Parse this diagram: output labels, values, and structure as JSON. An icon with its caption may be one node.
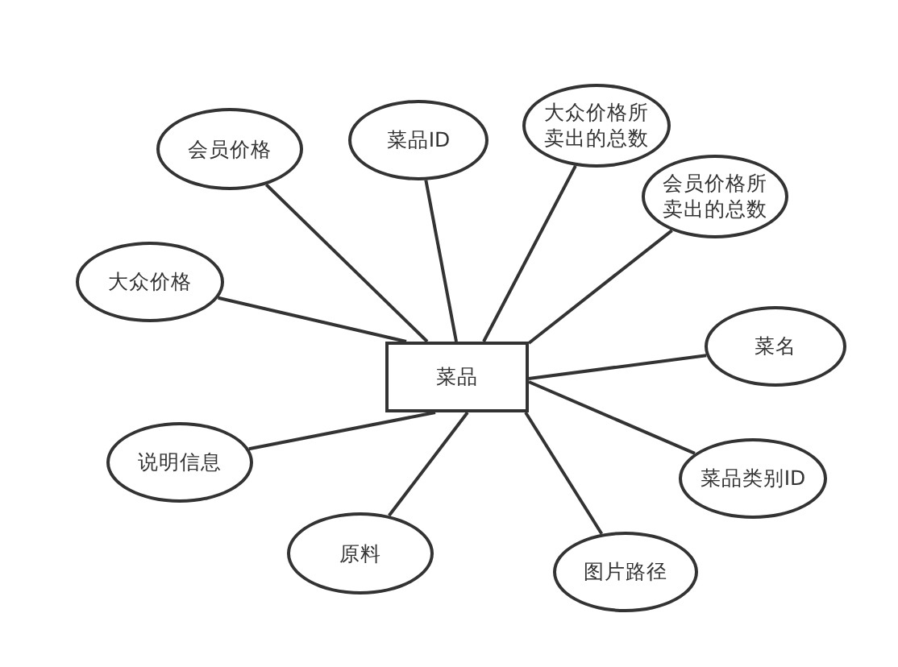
{
  "diagram": {
    "nodes": [
      {
        "text": [
          "菜品"
        ]
      },
      {
        "text": [
          "大众价格所卖出的总数"
        ]
      },
      {
        "text": [
          "菜品ID"
        ]
      },
      {
        "text": [
          "会员价格"
        ]
      },
      {
        "text": [
          "会员价格所卖出的总数"
        ]
      },
      {
        "text": [
          "大众价格"
        ]
      },
      {
        "text": [
          "菜名"
        ]
      },
      {
        "text": [
          "说明信息"
        ]
      },
      {
        "text": [
          "菜品类别ID"
        ]
      },
      {
        "text": [
          "原料"
        ]
      },
      {
        "text": [
          "图片路径"
        ]
      }
    ],
    "edges": [
      {
        "from": 0,
        "to": 1,
        "arrow": "none"
      },
      {
        "from": 0,
        "to": 2,
        "arrow": "none"
      },
      {
        "from": 0,
        "to": 3,
        "arrow": "none"
      },
      {
        "from": 0,
        "to": 4,
        "arrow": "none"
      },
      {
        "from": 0,
        "to": 5,
        "arrow": "none"
      },
      {
        "from": 0,
        "to": 6,
        "arrow": "none"
      },
      {
        "from": 0,
        "to": 7,
        "arrow": "none"
      },
      {
        "from": 0,
        "to": 8,
        "arrow": "none"
      },
      {
        "from": 0,
        "to": 9,
        "arrow": "none"
      },
      {
        "from": 0,
        "to": 10,
        "arrow": "none"
      }
    ]
  }
}
